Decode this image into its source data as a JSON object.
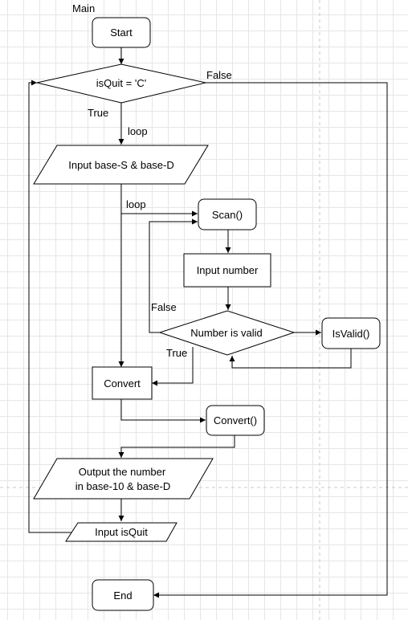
{
  "diagram": {
    "title": "Main",
    "nodes": {
      "start": "Start",
      "is_quit": "isQuit = 'C'",
      "input_bases": "Input base-S & base-D",
      "scan": "Scan()",
      "input_number": "Input number",
      "number_valid": "Number is valid",
      "is_valid": "IsValid()",
      "convert_step": "Convert",
      "convert_fn": "Convert()",
      "output_line1": "Output the number",
      "output_line2": "in base-10 & base-D",
      "input_isquit": "Input isQuit",
      "end": "End"
    },
    "edge_labels": {
      "quit_false": "False",
      "quit_true": "True",
      "loop_outer": "loop",
      "loop_inner": "loop",
      "valid_false": "False",
      "valid_true": "True"
    }
  }
}
